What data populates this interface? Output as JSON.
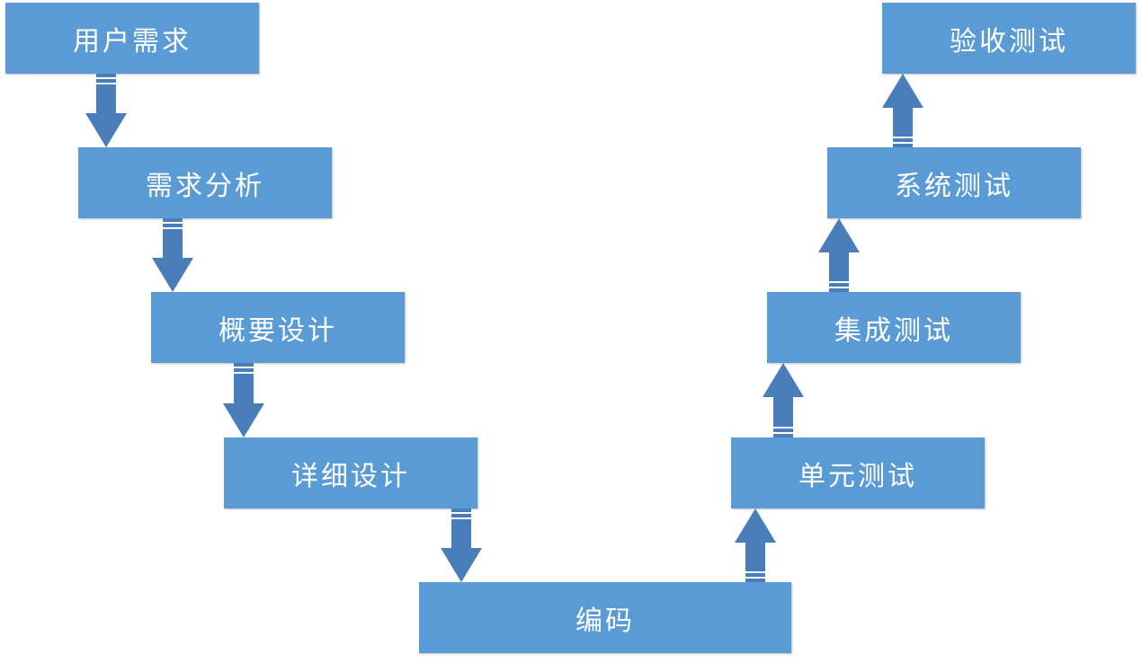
{
  "diagram": {
    "box_color": "#5b9bd5",
    "arrow_color": "#4a7ebb",
    "text_color": "#ffffff",
    "left_branch": [
      {
        "key": "user_requirements",
        "label": "用户需求"
      },
      {
        "key": "requirements_analysis",
        "label": "需求分析"
      },
      {
        "key": "high_level_design",
        "label": "概要设计"
      },
      {
        "key": "detailed_design",
        "label": "详细设计"
      }
    ],
    "bottom": {
      "key": "coding",
      "label": "编码"
    },
    "right_branch": [
      {
        "key": "unit_testing",
        "label": "单元测试"
      },
      {
        "key": "integration_testing",
        "label": "集成测试"
      },
      {
        "key": "system_testing",
        "label": "系统测试"
      },
      {
        "key": "acceptance_testing",
        "label": "验收测试"
      }
    ],
    "arrows": [
      {
        "from": "user_requirements",
        "to": "requirements_analysis",
        "direction": "down"
      },
      {
        "from": "requirements_analysis",
        "to": "high_level_design",
        "direction": "down"
      },
      {
        "from": "high_level_design",
        "to": "detailed_design",
        "direction": "down"
      },
      {
        "from": "detailed_design",
        "to": "coding",
        "direction": "down"
      },
      {
        "from": "coding",
        "to": "unit_testing",
        "direction": "up"
      },
      {
        "from": "unit_testing",
        "to": "integration_testing",
        "direction": "up"
      },
      {
        "from": "integration_testing",
        "to": "system_testing",
        "direction": "up"
      },
      {
        "from": "system_testing",
        "to": "acceptance_testing",
        "direction": "up"
      }
    ]
  }
}
